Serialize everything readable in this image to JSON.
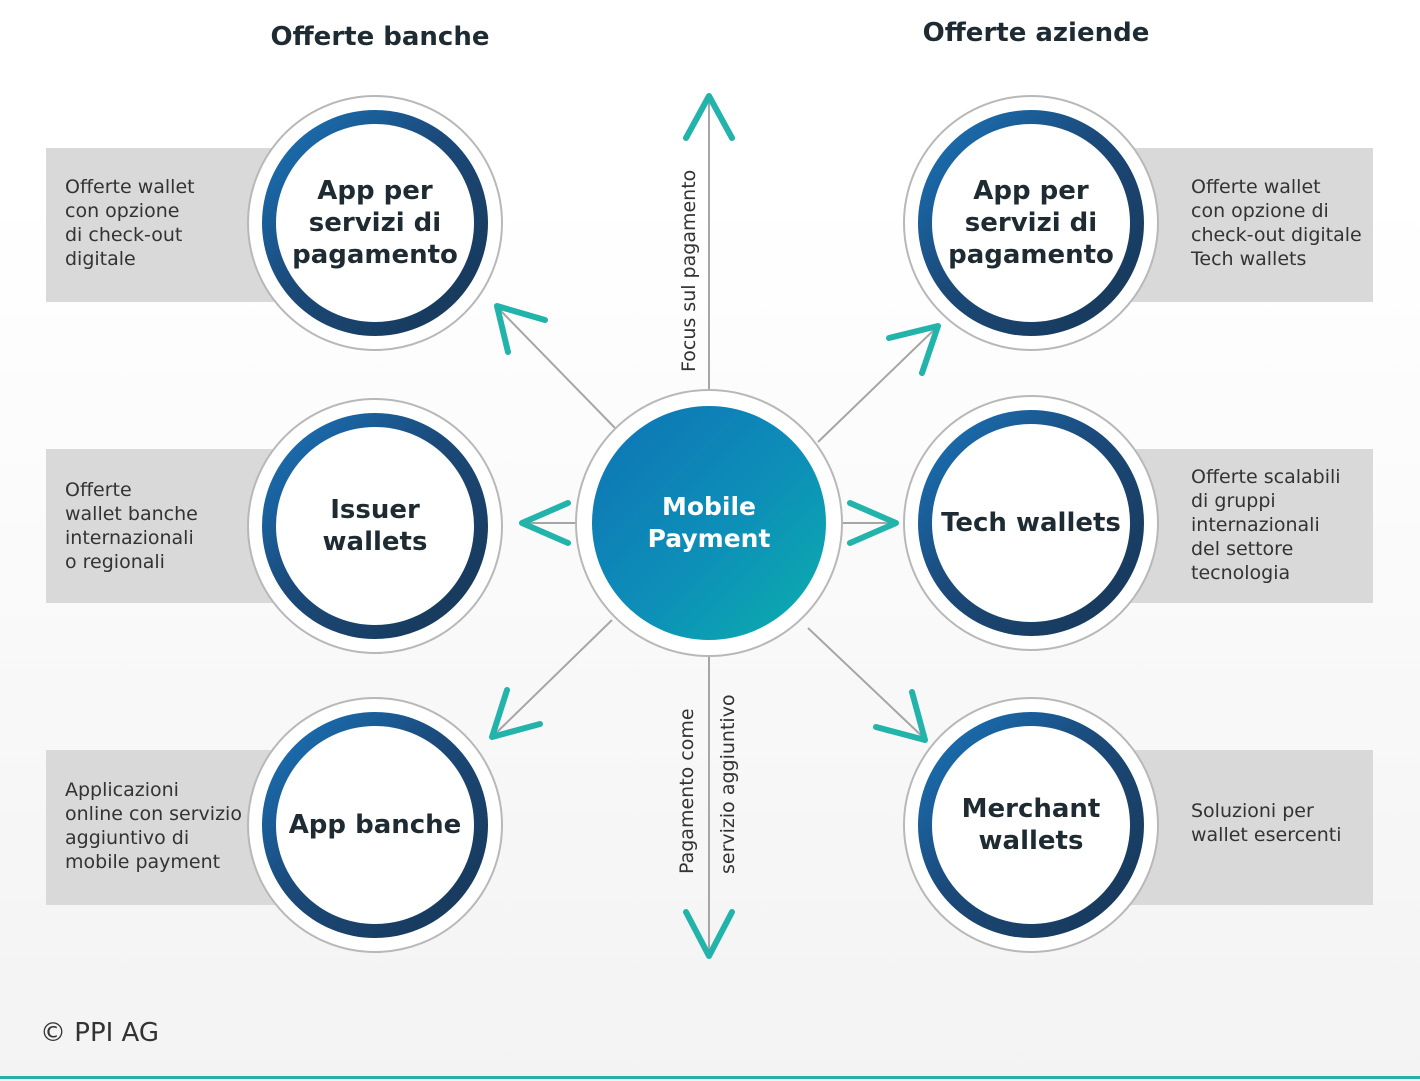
{
  "headings": {
    "banks": "Offerte banche",
    "companies": "Offerte aziende"
  },
  "center": {
    "label": "Mobile\nPayment"
  },
  "axis": {
    "up": "Focus sul pagamento",
    "down_line1": "Pagamento come",
    "down_line2": "servizio aggiuntivo"
  },
  "nodes": {
    "left_top": "App per\nservizi di\npagamento",
    "left_middle": "Issuer wallets",
    "left_bottom": "App banche",
    "right_top": "App per\nservizi di\npagamento",
    "right_middle": "Tech wallets",
    "right_bottom": "Merchant\nwallets"
  },
  "descriptions": {
    "left_top": "Offerte wallet\ncon opzione\ndi check-out\ndigitale",
    "left_middle": "Offerte\nwallet banche\ninternazionali\no regionali",
    "left_bottom": "Applicazioni\nonline con servizio\naggiuntivo di\nmobile payment",
    "right_top": "Offerte wallet\ncon opzione di\ncheck-out digitale\nTech wallets",
    "right_middle": "Offerte scalabili\ndi gruppi\ninternazionali\ndel settore\ntecnologia",
    "right_bottom": "Soluzioni per\nwallet esercenti"
  },
  "footer": {
    "copyright": "© PPI AG"
  },
  "colors": {
    "arrow": "#22b3ab",
    "connector": "#a6a6a6",
    "ring_start": "#1a78c0",
    "ring_end": "#173553",
    "center_start": "#0e73b5",
    "center_end": "#0bb0ad",
    "panel": "#d9d9d9"
  }
}
